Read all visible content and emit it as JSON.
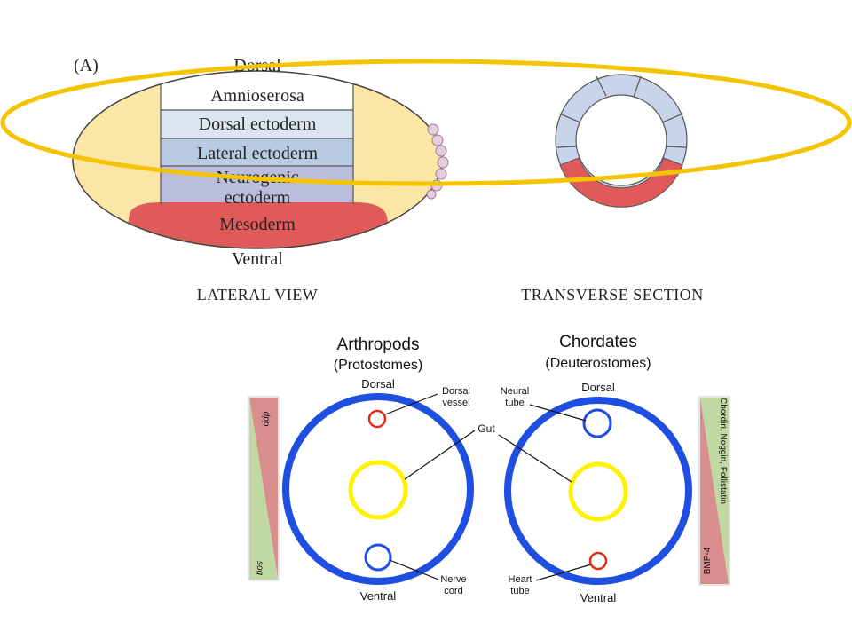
{
  "panel_a": {
    "label": "(A)",
    "dorsal": "Dorsal",
    "ventral": "Ventral",
    "layers": {
      "amnioserosa": "Amnioserosa",
      "dorsal_ectoderm": "Dorsal ectoderm",
      "lateral_ectoderm": "Lateral ectoderm",
      "neurogenic_line1": "Neurogenic",
      "neurogenic_line2": "ectoderm",
      "mesoderm": "Mesoderm"
    },
    "lateral_view": "LATERAL VIEW",
    "transverse_section": "TRANSVERSE SECTION"
  },
  "panel_b": {
    "arthropods": {
      "title": "Arthropods",
      "subtitle": "(Protostomes)",
      "dorsal": "Dorsal",
      "ventral": "Ventral",
      "dorsal_vessel_line1": "Dorsal",
      "dorsal_vessel_line2": "vessel",
      "nerve_cord_line1": "Nerve",
      "nerve_cord_line2": "cord"
    },
    "chordates": {
      "title": "Chordates",
      "subtitle": "(Deuterostomes)",
      "dorsal": "Dorsal",
      "ventral": "Ventral",
      "neural_tube_line1": "Neural",
      "neural_tube_line2": "tube",
      "heart_tube_line1": "Heart",
      "heart_tube_line2": "tube"
    },
    "gut": "Gut",
    "left_gradient": {
      "top": "dpp",
      "bottom": "sog"
    },
    "right_gradient": {
      "top": "Chordin, Noggin, Follistatin",
      "bottom": "BMP-4"
    }
  },
  "colors": {
    "highlight_ring": "#F5C400",
    "body_blue": "#1F4FE0",
    "gut_yellow": "#FFF200",
    "vessel_red": "#E02A1A",
    "mesoderm": "#E05A5A",
    "pole_yellow": "#FBE6A6",
    "gradient_red": "#D98E8E",
    "gradient_green": "#BFD9A2"
  }
}
